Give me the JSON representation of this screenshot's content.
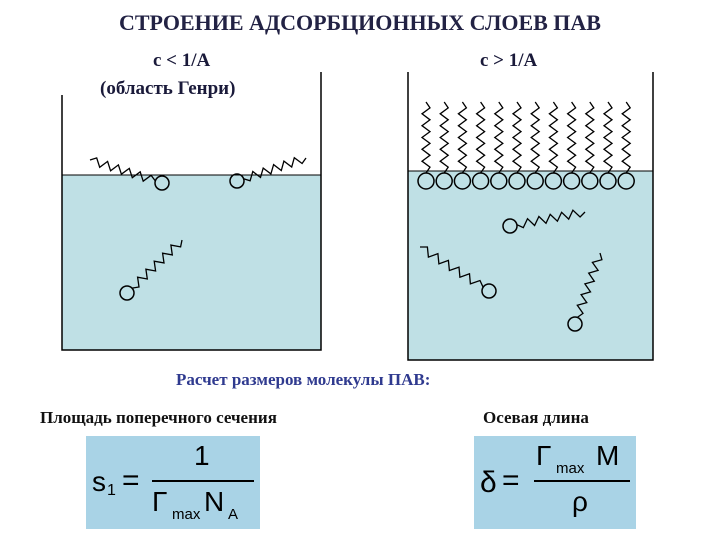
{
  "title": "СТРОЕНИЕ АДСОРБЦИОННЫХ СЛОЕВ ПАВ",
  "left_panel": {
    "label": "c < 1/A",
    "sublabel": "(область Генри)"
  },
  "right_panel": {
    "label": "c > 1/A"
  },
  "calc_heading": "Расчет размеров молекулы ПАВ:",
  "area_label": "Площадь поперечного сечения",
  "axial_label": "Осевая длина",
  "formula1": {
    "lhs": "s",
    "lhs_sub": "1",
    "eq": "=",
    "numerator": "1",
    "den_gamma": "Γ",
    "den_gamma_sub": "max",
    "den_n": "N",
    "den_n_sub": "A"
  },
  "formula2": {
    "lhs": "δ",
    "eq": "=",
    "num_gamma": "Γ",
    "num_gamma_sub": "max",
    "num_m": "M",
    "denominator": "ρ"
  },
  "colors": {
    "water": "#bfe0e5",
    "formula_bg": "#a9d3e6",
    "heading_blue": "#2f3a8f"
  }
}
